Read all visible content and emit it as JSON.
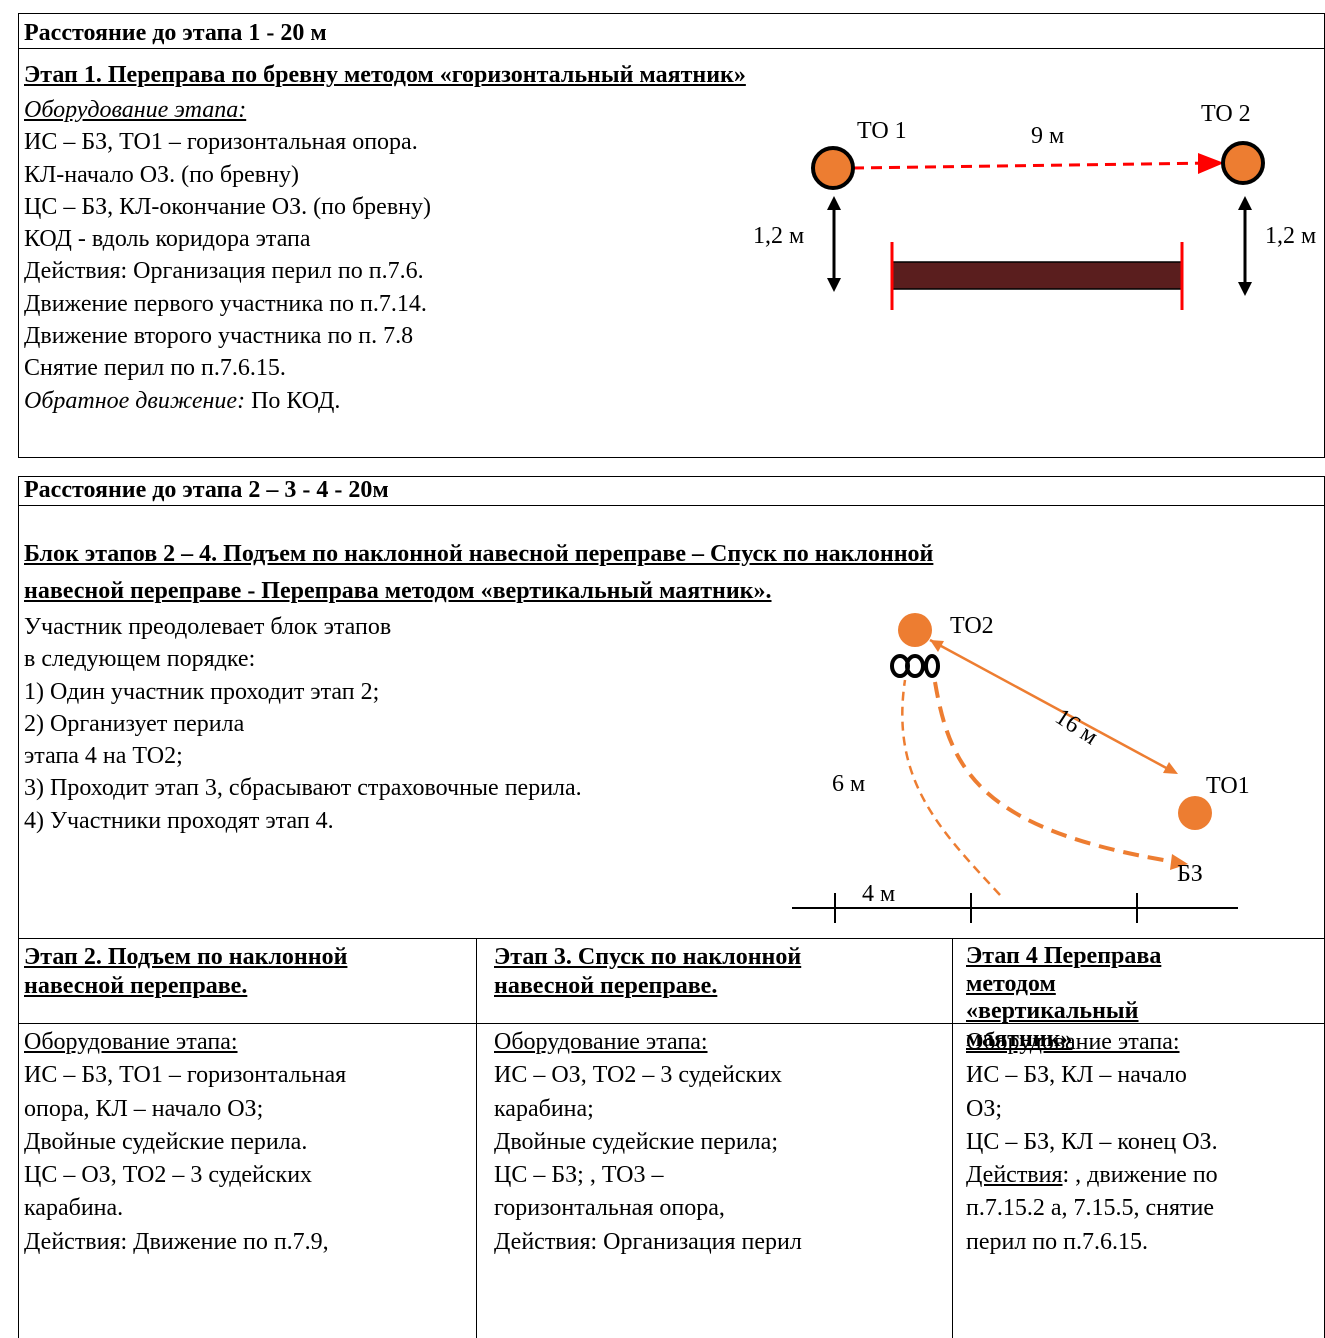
{
  "block1": {
    "distance": "Расстояние до этапа  1 - 20 м",
    "title": "Этап 1. Переправа по бревну методом «горизонтальный маятник»",
    "equipment_label": "Оборудование этапа:",
    "lines": [
      "ИС – БЗ, ТО1 – горизонтальная опора.",
      "КЛ-начало ОЗ. (по бревну)",
      "ЦС – БЗ, КЛ-окончание ОЗ. (по бревну)",
      "КОД - вдоль коридора этапа",
      "Действия: Организация перил по п.7.6.",
      "Движение первого участника по п.7.14.",
      "Движение второго участника по п. 7.8",
      "Снятие перил по п.7.6.15."
    ],
    "return_label": "Обратное движение:",
    "return_value": " По КОД.",
    "diagram": {
      "to1": "ТО 1",
      "to2": "ТО 2",
      "distance": "9 м",
      "height_left": "1,2 м",
      "height_right": "1,2 м"
    }
  },
  "block2": {
    "distance": "Расстояние до этапа  2 – 3 - 4 - 20м",
    "title_line1": "Блок этапов 2 – 4. Подъем по наклонной навесной переправе – Спуск по наклонной",
    "title_line2": "навесной переправе - Переправа методом «вертикальный маятник».",
    "lines": [
      "Участник преодолевает блок этапов",
      "в следующем порядке:",
      "1) Один участник проходит этап 2;",
      "2) Организует перила",
      "этапа 4 на ТО2;",
      "3) Проходит этап 3, сбрасывают страховочные перила.",
      "4) Участники проходят этап 4."
    ],
    "diagram": {
      "to2": "ТО2",
      "to1": "ТО1",
      "bz": "БЗ",
      "slope": "16 м",
      "height": "6 м",
      "base": "4 м"
    }
  },
  "table": {
    "columns": [
      {
        "head": [
          "Этап 2. Подъем по наклонной",
          "навесной переправе."
        ],
        "equip": "Оборудование этапа:",
        "lines": [
          "ИС – БЗ, ТО1 – горизонтальная",
          "опора, КЛ – начало ОЗ;",
          "Двойные судейские перила.",
          "ЦС – ОЗ, ТО2 – 3 судейских",
          "карабина.",
          "Действия: Движение по п.7.9,"
        ]
      },
      {
        "head": [
          "Этап 3. Спуск по наклонной",
          "навесной переправе."
        ],
        "equip": "Оборудование этапа:",
        "lines": [
          "ИС – ОЗ, ТО2 – 3 судейских",
          "карабина;",
          "Двойные судейские перила;",
          "ЦС – БЗ; , ТО3 –",
          "горизонтальная опора,",
          "Действия: Организация перил"
        ]
      },
      {
        "head": [
          "Этап 4 Переправа",
          "методом",
          "«вертикальный",
          "маятник»"
        ],
        "equip": "Оборудование этапа:",
        "lines": [
          "ИС – БЗ, КЛ – начало",
          "ОЗ;",
          "ЦС – БЗ, КЛ – конец ОЗ."
        ],
        "actions_label": "Действия",
        "actions_rest": ": , движение по",
        "tail_lines": [
          "п.7.15.2 а, 7.15.5, снятие",
          "перил по п.7.6.15."
        ]
      }
    ]
  },
  "colors": {
    "orange": "#ed7d31",
    "red": "#ff0000",
    "log": "#5a1e1e"
  }
}
